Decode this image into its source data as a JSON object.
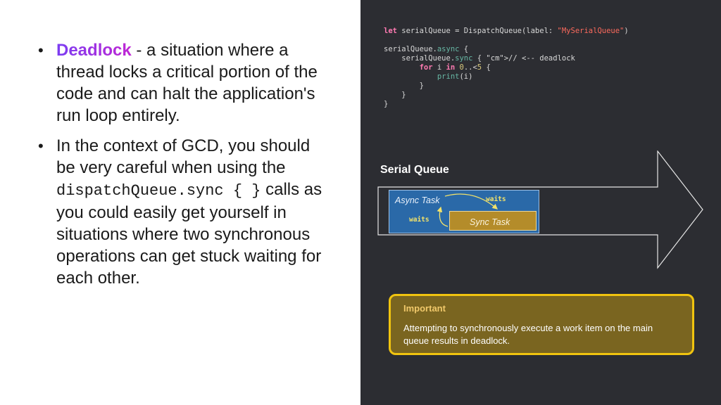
{
  "bullets": [
    {
      "highlight": "Deadlock",
      "text": " - a situation where a thread locks a critical portion of the code and can halt the application's run loop entirely."
    },
    {
      "text_before": "In the context of GCD, you should be very careful when using the ",
      "code": "dispatchQueue.sync { }",
      "text_after": " calls as you could easily get yourself in situations where two synchronous operations can get stuck waiting for each other."
    }
  ],
  "bullet_symbol": "•",
  "code_lines": [
    "let serialQueue = DispatchQueue(label: \"MySerialQueue\")",
    "",
    "serialQueue.async {",
    "    serialQueue.sync { // <-- deadlock",
    "        for i in 0..<5 {",
    "            print(i)",
    "        }",
    "    }",
    "}"
  ],
  "diagram": {
    "title": "Serial Queue",
    "async_task": "Async Task",
    "sync_task": "Sync Task",
    "waits_top": "waits",
    "waits_bottom": "waits"
  },
  "callout": {
    "title": "Important",
    "text": "Attempting to synchronously execute a work item on the main queue results in deadlock."
  },
  "colors": {
    "dark_panel": "#2c2d32",
    "highlight_purple": "#7b3df2",
    "async_blue": "#2a69a8",
    "sync_gold": "#b48c2a",
    "callout_border": "#f1c40f"
  }
}
